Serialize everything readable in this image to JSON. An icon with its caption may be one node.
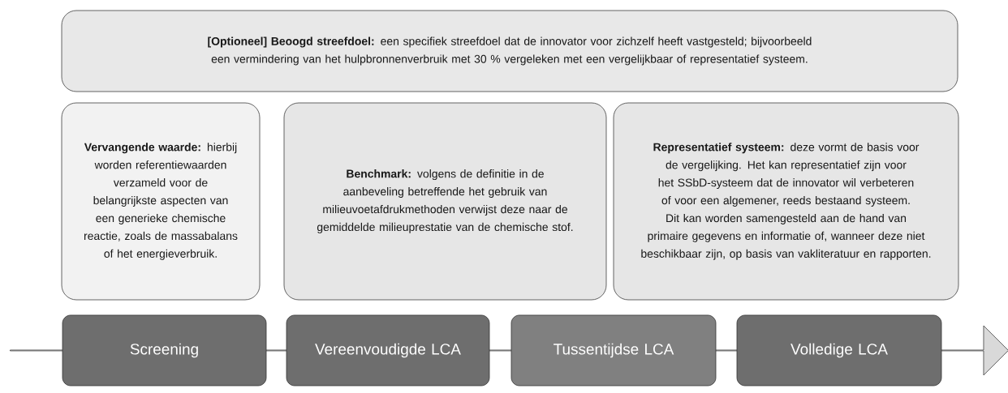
{
  "diagram": {
    "nodes": [
      {
        "text": [
          "**[Optioneel] Beoogd streefdoel:** een specifiek streefdoel dat de innovator voor zichzelf heeft vastgesteld; bijvoorbeeld een vermindering van het hulpbronnenverbruik met 30 % vergeleken met een vergelijkbaar of representatief systeem."
        ]
      },
      {
        "text": [
          "**Vervangende waarde:** hierbij worden referentiewaarden verzameld voor de belangrijkste aspecten van een generieke chemische reactie, zoals de massabalans of het energieverbruik."
        ]
      },
      {
        "text": [
          "**Benchmark:** volgens de definitie in de aanbeveling betreffende het gebruik van milieuvoetafdrukmethoden verwijst deze naar de gemiddelde milieuprestatie van de chemische stof."
        ]
      },
      {
        "text": [
          "**Representatief systeem:** deze vormt de basis voor de vergelijking. Het kan representatief zijn voor het SSbD-systeem dat de innovator wil verbeteren of voor een algemener, reeds bestaand systeem. Dit kan worden samengesteld aan de hand van primaire gegevens en informatie of, wanneer deze niet beschikbaar zijn, op basis van vakliteratuur en rapporten."
        ]
      },
      {
        "text": [],
        "shape": "arrow"
      },
      {
        "text": [
          "Screening"
        ]
      },
      {
        "text": [
          "Vereenvoudigde LCA"
        ]
      },
      {
        "text": [
          "Tussentijdse LCA"
        ]
      },
      {
        "text": [
          "Volledige LCA"
        ]
      }
    ]
  }
}
